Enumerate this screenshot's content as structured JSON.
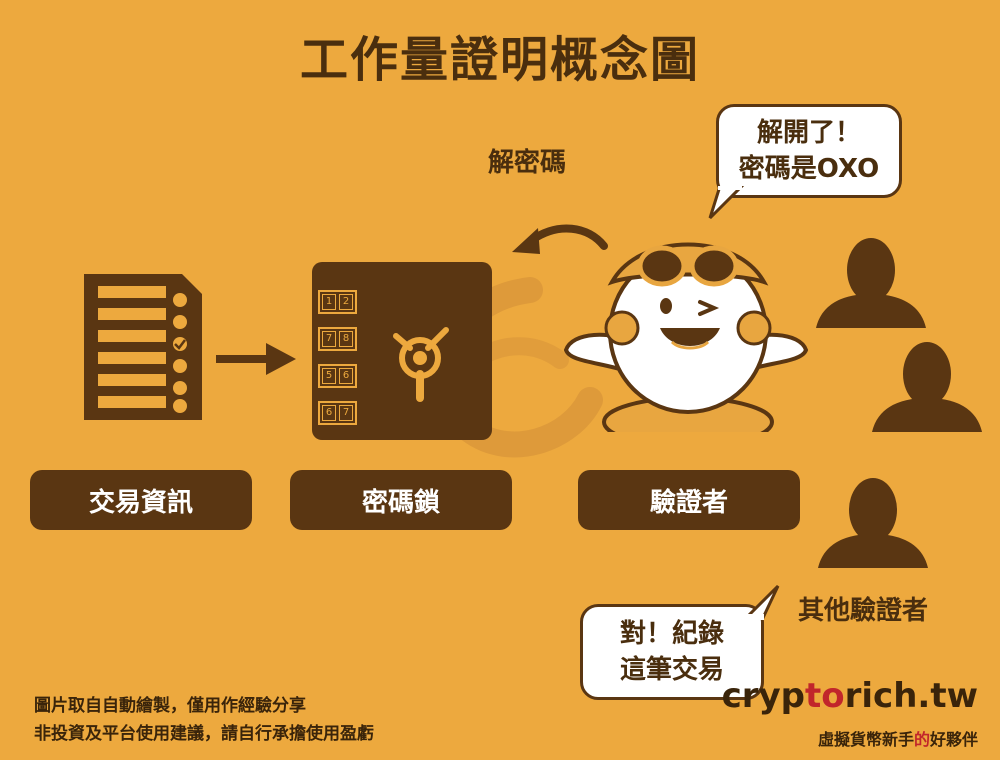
{
  "title": "工作量證明概念圖",
  "labels": {
    "transaction_info": "交易資訊",
    "password_lock": "密碼鎖",
    "verifier": "驗證者",
    "other_verifiers": "其他驗證者",
    "decrypt": "解密碼"
  },
  "bubbles": {
    "verifier_line1": "解開了！",
    "verifier_line2": "密碼是OXO",
    "others_line1": "對！紀錄",
    "others_line2": "這筆交易"
  },
  "lock_keys": [
    [
      "1",
      "2"
    ],
    [
      "7",
      "8"
    ],
    [
      "5",
      "6"
    ],
    [
      "6",
      "7"
    ]
  ],
  "disclaimer": {
    "line1": "圖片取自自動繪製，僅用作經驗分享",
    "line2": "非投資及平台使用建議，請自行承擔使用盈虧"
  },
  "brand": {
    "prefix": "cryp",
    "highlight": "to",
    "suffix": "rich.tw",
    "tagline_prefix": "虛擬貨幣新手",
    "tagline_highlight": "的",
    "tagline_suffix": "好夥伴"
  },
  "colors": {
    "background": "#EDA93E",
    "dark_brown": "#5A3612",
    "accent_red": "#C1262B",
    "white": "#FFFFFF"
  },
  "icons": {
    "document": "checklist-document-icon",
    "arrow_right": "arrow-right-icon",
    "safe": "safe-lock-icon",
    "curved_arrow": "curved-arrow-left-icon",
    "mascot": "octopus-mascot-icon",
    "person": "person-silhouette-icon",
    "watermark": "watermark-logo-icon"
  }
}
